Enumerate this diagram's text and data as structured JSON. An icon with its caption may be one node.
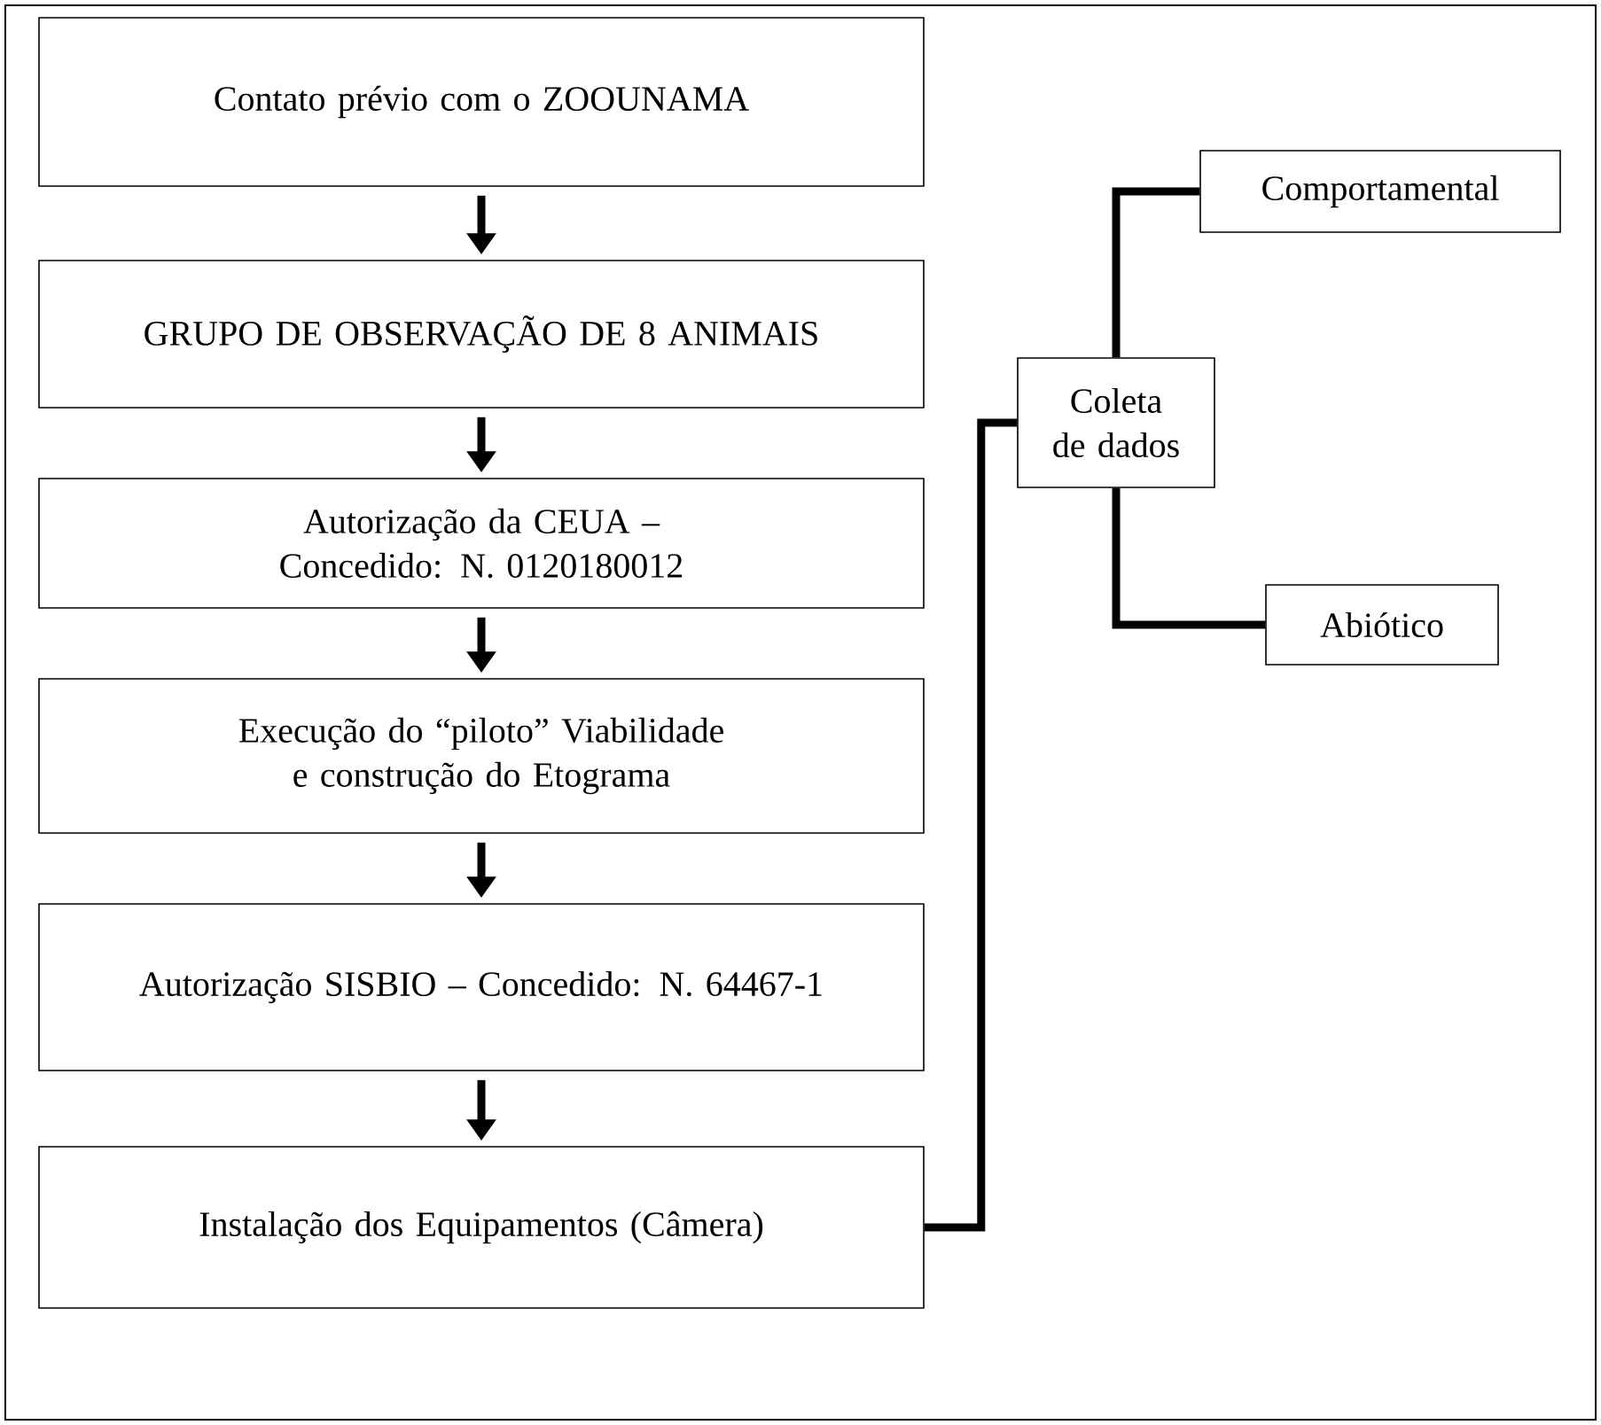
{
  "diagram": {
    "nodes": [
      {
        "text": [
          "Contato prévio com o ZOOUNAMA"
        ]
      },
      {
        "text": [
          "GRUPO DE OBSERVAÇÃO DE 8 ANIMAIS"
        ]
      },
      {
        "text": [
          "Autorização da CEUA – Concedido: N. 0120180012"
        ]
      },
      {
        "text": [
          "Execução do “piloto” Viabilidade e construção do Etograma"
        ]
      },
      {
        "text": [
          "Autorização SISBIO – Concedido: N. 64467-1"
        ]
      },
      {
        "text": [
          "Instalação dos Equipamentos (Câmera)"
        ]
      },
      {
        "text": [
          "Coleta de dados"
        ]
      },
      {
        "text": [
          "Comportamental"
        ]
      },
      {
        "text": [
          "Abiótico"
        ]
      }
    ],
    "edges": [
      {
        "from": 0,
        "to": 1,
        "arrow": "to"
      },
      {
        "from": 1,
        "to": 2,
        "arrow": "to"
      },
      {
        "from": 2,
        "to": 3,
        "arrow": "to"
      },
      {
        "from": 3,
        "to": 4,
        "arrow": "to"
      },
      {
        "from": 4,
        "to": 5,
        "arrow": "to"
      },
      {
        "from": 5,
        "to": 6,
        "arrow": "none"
      },
      {
        "from": 6,
        "to": 7,
        "arrow": "none"
      },
      {
        "from": 6,
        "to": 8,
        "arrow": "none"
      }
    ]
  }
}
